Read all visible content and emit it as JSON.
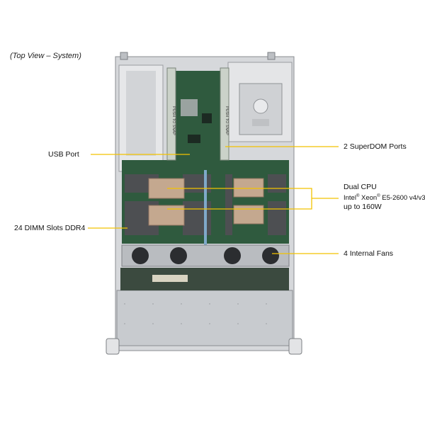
{
  "title": "(Top View – System)",
  "callouts": {
    "usb_port": "USB Port",
    "dimm_slots": "24 DIMM Slots DDR4",
    "superdom_ports": "2 SuperDOM Ports",
    "cpu_title": "Dual CPU",
    "cpu_brand": "Intel",
    "cpu_reg": "®",
    "cpu_line": "Xeon",
    "cpu_reg2": "®",
    "cpu_model": "E5-2600 v4/v3",
    "cpu_tdp": "up to 160W",
    "fans": "4 Internal Fans"
  },
  "board_labels": {
    "riser_left": "PUSH TO SNAP",
    "riser_right": "PUSH TO SNAP"
  },
  "colors": {
    "callout_line": "#f2c200",
    "chassis": "#c9ccd0",
    "board": "#2f5a3e"
  }
}
